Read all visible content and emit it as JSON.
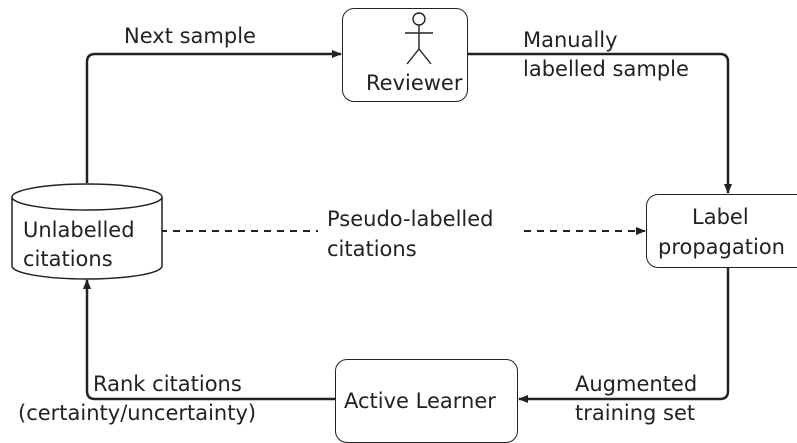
{
  "nodes": {
    "reviewer": {
      "label": "Reviewer",
      "icon": "stick-figure-icon"
    },
    "database": {
      "line1": "Unlabelled",
      "line2": "citations",
      "icon": "database-cylinder-icon"
    },
    "label_propagation": {
      "line1": "Label",
      "line2": "propagation"
    },
    "active_learner": {
      "label": "Active Learner"
    }
  },
  "edges": {
    "next_sample": {
      "label": "Next sample"
    },
    "manually_labelled": {
      "line1": "Manually",
      "line2": "labelled sample"
    },
    "pseudo_labelled": {
      "line1": "Pseudo-labelled",
      "line2": "citations"
    },
    "augmented": {
      "line1": "Augmented",
      "line2": "training set"
    },
    "rank": {
      "line1": "Rank citations",
      "line2": "(certainty/uncertainty)"
    }
  },
  "colors": {
    "stroke": "#222222",
    "background": "#ffffff"
  }
}
